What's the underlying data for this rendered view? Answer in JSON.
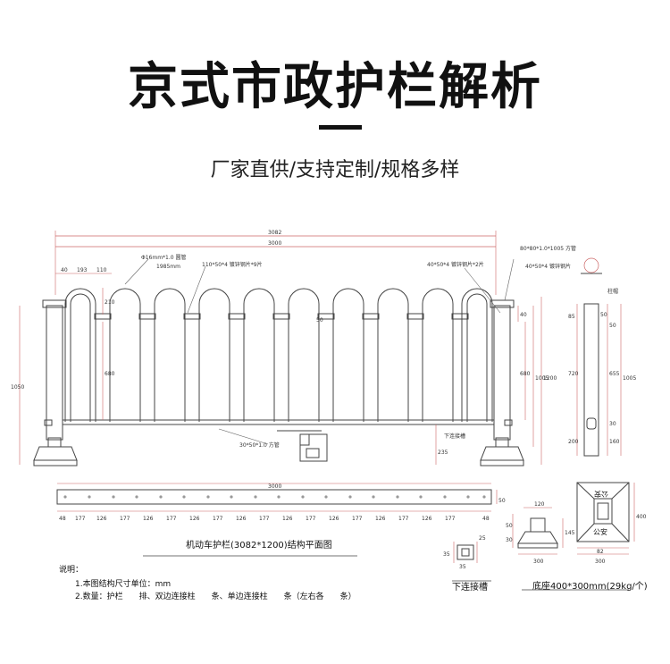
{
  "header": {
    "title": "京式市政护栏解析",
    "subtitle": "厂家直供/支持定制/规格多样"
  },
  "elevation": {
    "total_width": "3082",
    "inner_width": "3000",
    "pipe_spec": "Φ16mm*1.0 圆管",
    "pipe_length": "1985mm",
    "crossbar_spec": "110*50*4 镀锌钢片*9片",
    "side_plate_spec": "40*50*4 镀锌钢片*2片",
    "spacing_left": "40",
    "spacing_mid": "193",
    "spacing_right": "110",
    "dim_210": "210",
    "dim_680": "680",
    "dim_1050": "1050",
    "dim_50": "50",
    "bottom_tube": "30*50*1.0 方管",
    "connector_label": "下连接槽",
    "right_40": "40",
    "right_680": "680",
    "right_1005": "1005",
    "right_1200": "1200",
    "right_235": "235"
  },
  "post": {
    "post_spec": "80*80*1.0*1005 方管",
    "plate_spec": "40*50*4 镀锌钢片",
    "cap_label": "柱帽",
    "d85": "85",
    "d50a": "50",
    "d50b": "50",
    "d720": "720",
    "d655": "655",
    "d1005": "1005",
    "d30": "30",
    "d200": "200",
    "d160": "160"
  },
  "plan": {
    "top_label": "3000",
    "right_label": "50",
    "spacings": [
      "48",
      "177",
      "126",
      "177",
      "126",
      "177",
      "126",
      "177",
      "126",
      "177",
      "126",
      "177",
      "126",
      "177",
      "126",
      "177",
      "126",
      "177",
      "48"
    ],
    "caption": "机动车护栏(3082*1200)结构平面图"
  },
  "connector": {
    "d25": "25",
    "d35a": "35",
    "d35b": "35",
    "caption": "下连接槽"
  },
  "base": {
    "top_120": "120",
    "d145": "145",
    "d50": "50",
    "d30": "30",
    "d300": "300",
    "plan_label_top": "公安",
    "plan_label_bottom": "公安",
    "d400": "400",
    "d82": "82",
    "d300b": "300",
    "caption": "底座400*300mm(29kg/个)"
  },
  "notes": {
    "heading": "说明：",
    "line1": "1.本图结构尺寸单位：mm",
    "line2": "2.数量：护栏　　排、双边连接柱　　条、单边连接柱　　条（左右各　　条）"
  }
}
